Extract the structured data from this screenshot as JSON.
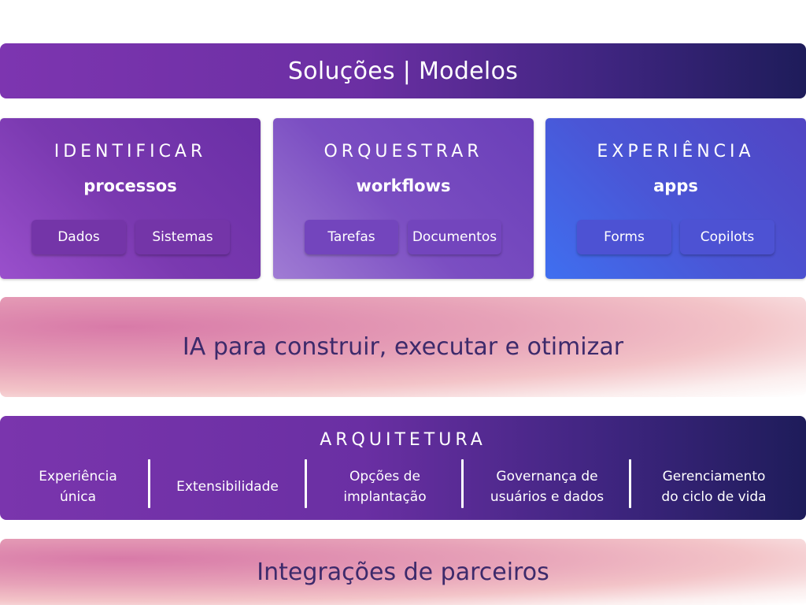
{
  "top_band": {
    "title": "Soluções | Modelos"
  },
  "cards": [
    {
      "kicker": "IDENTIFICAR",
      "sub": "processos",
      "chips": [
        "Dados",
        "Sistemas"
      ]
    },
    {
      "kicker": "ORQUESTRAR",
      "sub": "workflows",
      "chips": [
        "Tarefas",
        "Documentos"
      ]
    },
    {
      "kicker": "EXPERIÊNCIA",
      "sub": "apps",
      "chips": [
        "Forms",
        "Copilots"
      ]
    }
  ],
  "ai_band": {
    "label": "IA para construir, executar e otimizar"
  },
  "architecture": {
    "heading": "ARQUITETURA",
    "items": [
      {
        "line1": "Experiência",
        "line2": "única"
      },
      {
        "line1": "Extensibilidade",
        "line2": ""
      },
      {
        "line1": "Opções de",
        "line2": "implantação"
      },
      {
        "line1": "Governança de",
        "line2": "usuários e dados"
      },
      {
        "line1": "Gerenciamento",
        "line2": "do ciclo de vida"
      }
    ]
  },
  "partners_band": {
    "label": "Integrações de parceiros"
  }
}
